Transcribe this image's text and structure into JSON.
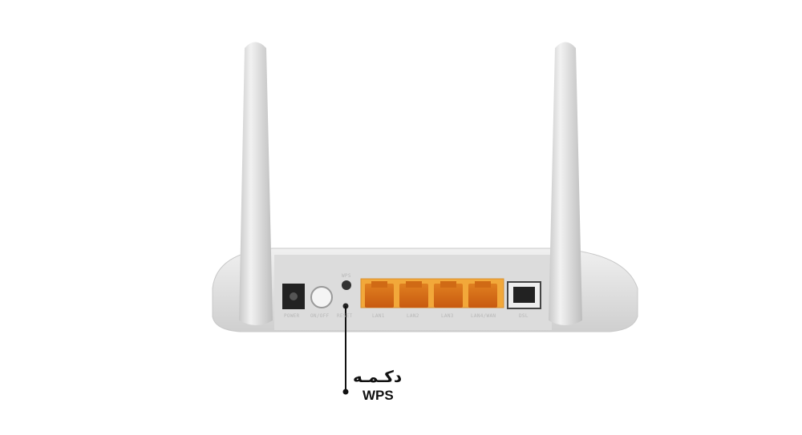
{
  "ports": {
    "power": "POWER",
    "onoff": "ON/OFF",
    "wps": "WPS",
    "reset": "RESET",
    "lan1": "LAN1",
    "lan2": "LAN2",
    "lan3": "LAN3",
    "lan4": "LAN4/WAN",
    "dsl": "DSL"
  },
  "annotation": {
    "line1": "دکـمـه",
    "line2": "WPS"
  },
  "colors": {
    "lan_port": "#f0a030",
    "body": "#e4e4e4",
    "annotation": "#111111"
  }
}
